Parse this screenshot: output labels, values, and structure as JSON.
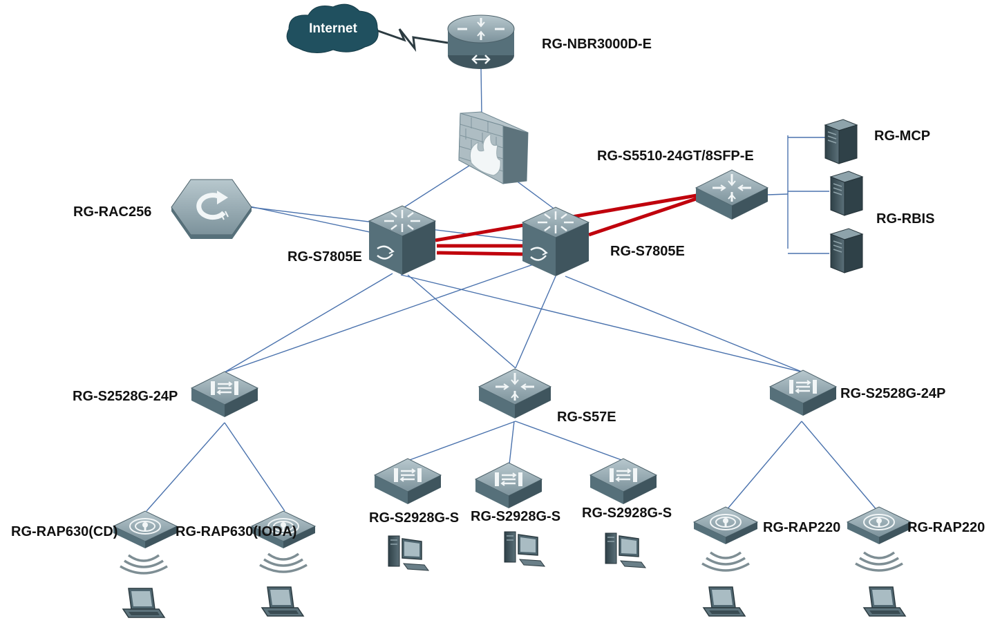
{
  "internet": "Internet",
  "labels": {
    "router": "RG-NBR3000D-E",
    "mcp": "RG-MCP",
    "s5510": "RG-S5510-24GT/8SFP-E",
    "rbis": "RG-RBIS",
    "rac": "RG-RAC256",
    "core_left": "RG-S7805E",
    "core_right": "RG-S7805E",
    "access_left": "RG-S2528G-24P",
    "dist_mid": "RG-S57E",
    "access_right": "RG-S2528G-24P",
    "sw1": "RG-S2928G-S",
    "sw2": "RG-S2928G-S",
    "sw3": "RG-S2928G-S",
    "ap_cd": "RG-RAP630(CD)",
    "ap_ioda": "RG-RAP630(IODA)",
    "ap220_a": "RG-RAP220",
    "ap220_b": "RG-RAP220"
  },
  "colors": {
    "link": "#4a72ad",
    "redundant_link": "#c0000c",
    "cloud": "#20505f",
    "device": "#6f8791"
  }
}
